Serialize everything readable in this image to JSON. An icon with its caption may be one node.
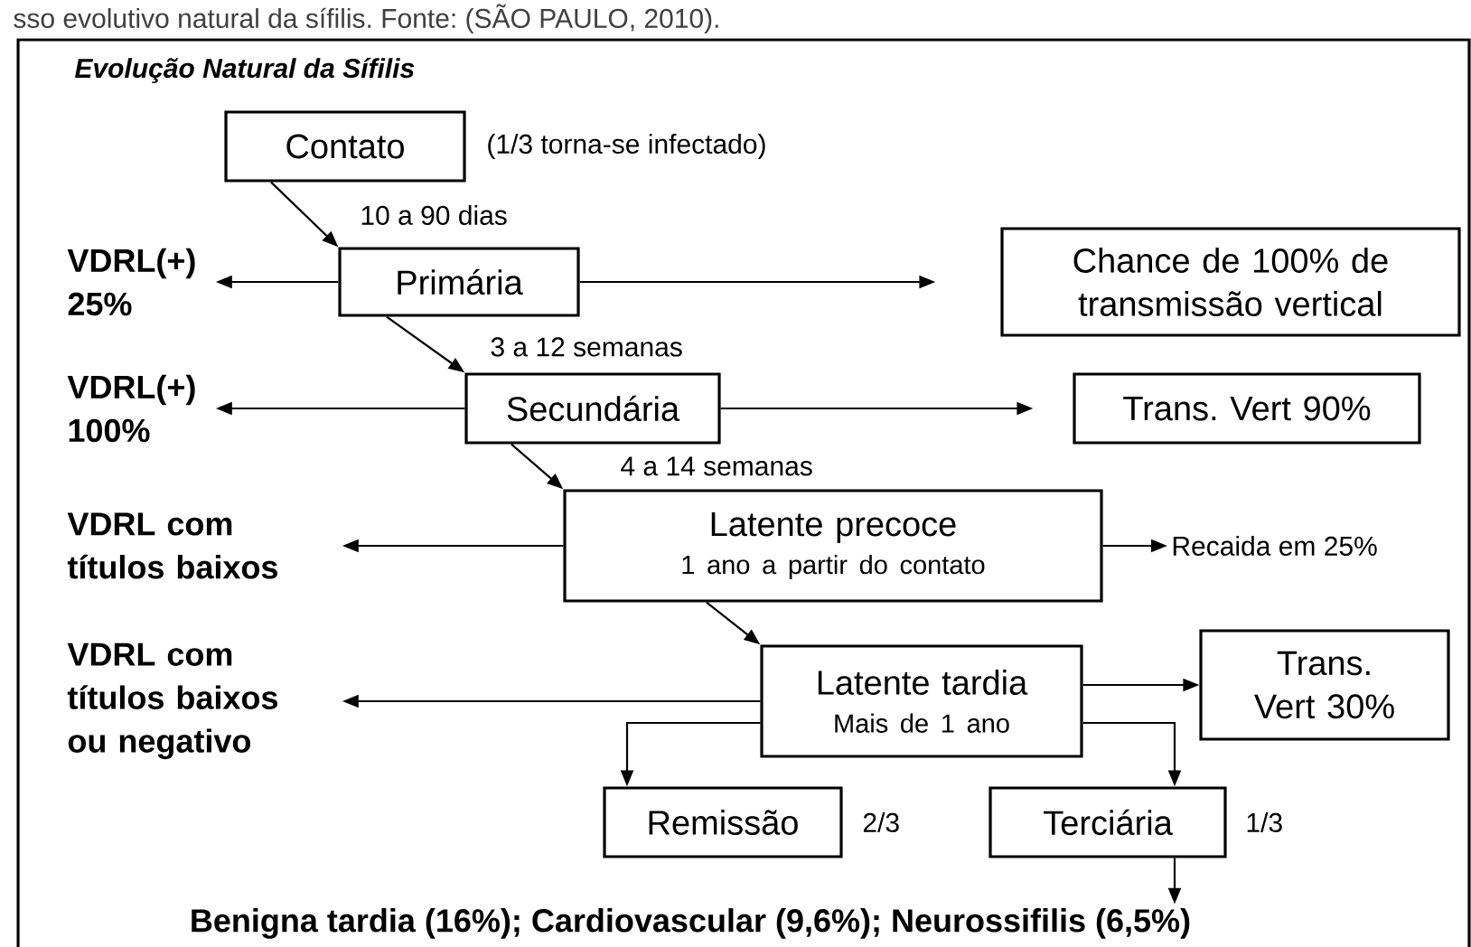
{
  "diagram": {
    "title": "Evolução Natural da Sífilis",
    "caption": "sso evolutivo natural da sífilis. Fonte: (SÃO PAULO, 2010).",
    "nodes": [
      {
        "text": [
          "Contato"
        ],
        "beside": [
          "(1/3 torna-se infectado)"
        ]
      },
      {
        "text": [
          "VDRL(+) 25%"
        ]
      },
      {
        "text": [
          "Primária"
        ]
      },
      {
        "text": [
          "Chance de 100% de transmissão vertical"
        ]
      },
      {
        "text": [
          "VDRL(+) 100%"
        ]
      },
      {
        "text": [
          "Secundária"
        ]
      },
      {
        "text": [
          "Trans. Vert 90%"
        ]
      },
      {
        "text": [
          "VDRL com títulos baixos"
        ]
      },
      {
        "text": [
          "Latente precoce",
          "1 ano a partir do contato"
        ]
      },
      {
        "text": [
          "Recaida em 25%"
        ]
      },
      {
        "text": [
          "VDRL com títulos baixos ou negativo"
        ]
      },
      {
        "text": [
          "Latente tardia",
          "Mais de 1 ano"
        ]
      },
      {
        "text": [
          "Trans. Vert 30%"
        ]
      },
      {
        "text": [
          "Remissão"
        ],
        "beside": [
          "2/3"
        ]
      },
      {
        "text": [
          "Terciária"
        ],
        "beside": [
          "1/3"
        ]
      },
      {
        "text": [
          "Benigna tardia (16%); Cardiovascular (9,6%); Neurossifilis (6,5%)"
        ]
      }
    ],
    "edges": [
      {
        "from": 0,
        "to": 2,
        "arrow": "to",
        "label": "10 a 90 dias"
      },
      {
        "from": 2,
        "to": 1,
        "arrow": "to"
      },
      {
        "from": 2,
        "to": 3,
        "arrow": "to"
      },
      {
        "from": 2,
        "to": 5,
        "arrow": "to",
        "label": "3 a 12 semanas"
      },
      {
        "from": 5,
        "to": 4,
        "arrow": "to"
      },
      {
        "from": 5,
        "to": 6,
        "arrow": "to"
      },
      {
        "from": 5,
        "to": 8,
        "arrow": "to",
        "label": "4 a 14 semanas"
      },
      {
        "from": 8,
        "to": 7,
        "arrow": "to"
      },
      {
        "from": 8,
        "to": 9,
        "arrow": "to"
      },
      {
        "from": 8,
        "to": 11,
        "arrow": "to"
      },
      {
        "from": 11,
        "to": 10,
        "arrow": "to"
      },
      {
        "from": 11,
        "to": 12,
        "arrow": "to"
      },
      {
        "from": 11,
        "to": 13,
        "arrow": "to"
      },
      {
        "from": 11,
        "to": 14,
        "arrow": "to"
      },
      {
        "from": 14,
        "to": 15,
        "arrow": "to"
      }
    ]
  }
}
